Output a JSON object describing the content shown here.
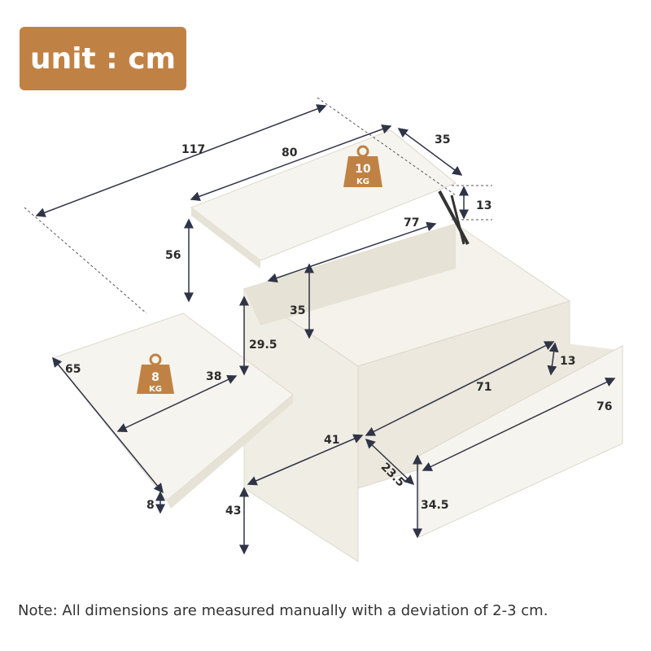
{
  "unit_badge": {
    "label": "unit : cm",
    "color": "#c08244"
  },
  "dimensions": {
    "overall_length": "117",
    "lift_top_length": "80",
    "lift_top_depth": "35",
    "lift_gap": "13",
    "lift_height": "56",
    "inner_length": "77",
    "inner_depth": "35",
    "side_compartment_height": "29.5",
    "slide_top_depth": "65",
    "slide_top_width": "38",
    "slide_top_thickness": "8",
    "side_height": "43",
    "side_width": "41",
    "drawer_inner_length": "71",
    "drawer_inner_height": "13",
    "drawer_front_length": "76",
    "drawer_depth": "23.5",
    "drawer_front_height": "34.5"
  },
  "weight_badges": {
    "lift_top": {
      "value": "10",
      "unit": "KG"
    },
    "slide_top": {
      "value": "8",
      "unit": "KG"
    }
  },
  "colors": {
    "furniture": "#f4f2ea",
    "shade": "#e6e2d6",
    "line": "#2f3447",
    "accent": "#c08244"
  },
  "footer": {
    "note": "Note: All dimensions are measured manually with a deviation of 2-3 cm."
  }
}
